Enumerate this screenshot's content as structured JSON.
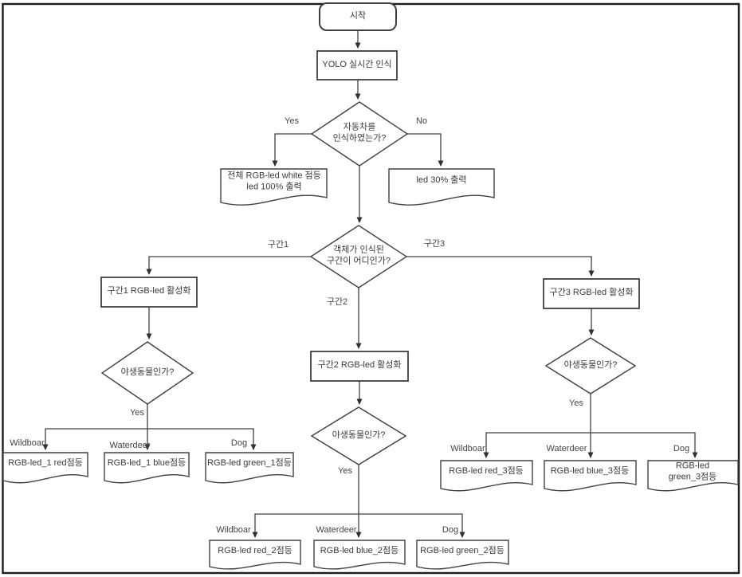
{
  "flowchart": {
    "nodes": {
      "start": "시작",
      "yolo": "YOLO 실시간 인식",
      "car_question": "자동차를\n인식하였는가?",
      "all_white_output": "전체 RGB-led white 점등\nled 100% 출력",
      "led30_output": "led 30% 출력",
      "zone_question": "객체가 인식된\n구간이 어디인가?",
      "zone1_activate": "구간1 RGB-led 활성화",
      "zone2_activate": "구간2 RGB-led 활성화",
      "zone3_activate": "구간3 RGB-led 활성화",
      "wild_question_1": "야생동물인가?",
      "wild_question_2": "야생동물인가?",
      "wild_question_3": "야생동물인가?",
      "zone1_red": "RGB-led_1 red점등",
      "zone1_blue": "RGB-led_1 blue점등",
      "zone1_green": "RGB-led green_1점등",
      "zone2_red": "RGB-led red_2점등",
      "zone2_blue": "RGB-led blue_2점등",
      "zone2_green": "RGB-led green_2점등",
      "zone3_red": "RGB-led red_3점등",
      "zone3_blue": "RGB-led blue_3점등",
      "zone3_green": "RGB-led green_3점등"
    },
    "edge_labels": {
      "yes_car": "Yes",
      "no_car": "No",
      "zone1": "구간1",
      "zone2": "구간2",
      "zone3": "구간3",
      "yes_zone1": "Yes",
      "yes_zone2": "Yes",
      "yes_zone3": "Yes",
      "wildboar_1": "Wildboar",
      "waterdeer_1": "Waterdeer",
      "dog_1": "Dog",
      "wildboar_2": "Wildboar",
      "waterdeer_2": "Waterdeer",
      "dog_2": "Dog",
      "wildboar_3": "Wildboar",
      "waterdeer_3": "Waterdeer",
      "dog_3": "Dog"
    },
    "colors": {
      "line": "#404040",
      "text": "#3a3a3a",
      "background": "#ffffff",
      "frame": "#1c1c1c"
    }
  }
}
